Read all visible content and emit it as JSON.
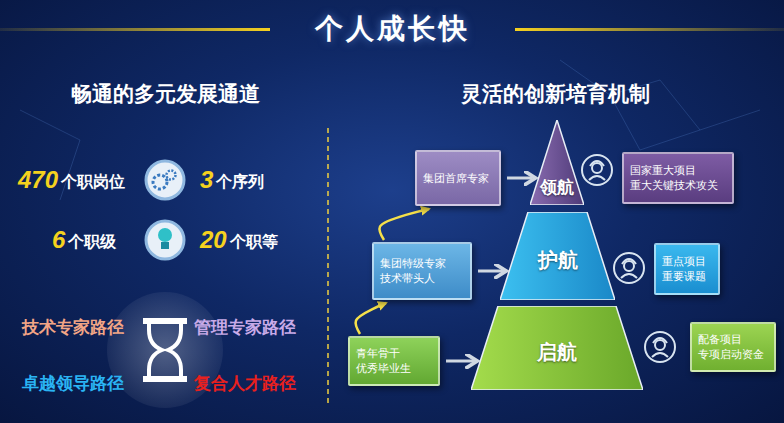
{
  "diagram": {
    "title": "个人成长快",
    "nodes": [
      {
        "text": [
          "集团首席专家"
        ]
      },
      {
        "text": [
          "领航"
        ]
      },
      {
        "text": [
          "国家重大项目",
          "重大关键技术攻关"
        ]
      },
      {
        "text": [
          "集团特级专家",
          "技术带头人"
        ]
      },
      {
        "text": [
          "护航"
        ]
      },
      {
        "text": [
          "重点项目",
          "重要课题"
        ]
      },
      {
        "text": [
          "青年骨干",
          "优秀毕业生"
        ]
      },
      {
        "text": [
          "启航"
        ]
      },
      {
        "text": [
          "配备项目",
          "专项启动资金"
        ]
      }
    ],
    "edges": [
      {
        "from": 6,
        "to": 3,
        "arrow": "to"
      },
      {
        "from": 3,
        "to": 0,
        "arrow": "to"
      },
      {
        "from": 0,
        "to": 1,
        "arrow": "to"
      },
      {
        "from": 3,
        "to": 4,
        "arrow": "to"
      },
      {
        "from": 6,
        "to": 7,
        "arrow": "to"
      }
    ],
    "labels": [
      "畅通的多元发展通道",
      "灵活的创新培育机制",
      "470",
      "个职岗位",
      "3",
      "个序列",
      "6",
      "个职级",
      "20",
      "个职等",
      "技术专家路径",
      "管理专家路径",
      "卓越领导路径",
      "复合人才路径"
    ]
  }
}
